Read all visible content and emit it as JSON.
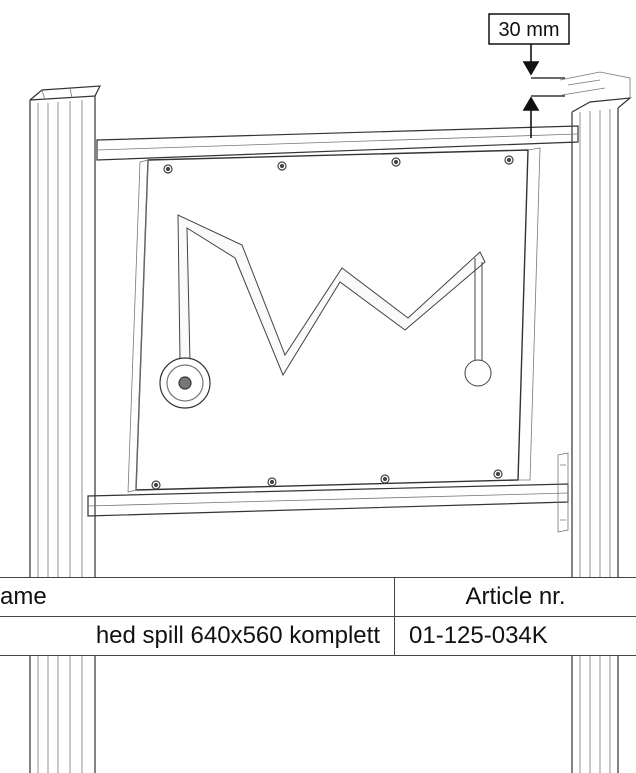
{
  "dimension": {
    "label": "30 mm"
  },
  "parts_table": {
    "headers": {
      "name": "ame",
      "article": "Article nr."
    },
    "rows": [
      {
        "name": "hed spill 640x560 komplett",
        "article": "01-125-034K"
      }
    ]
  }
}
